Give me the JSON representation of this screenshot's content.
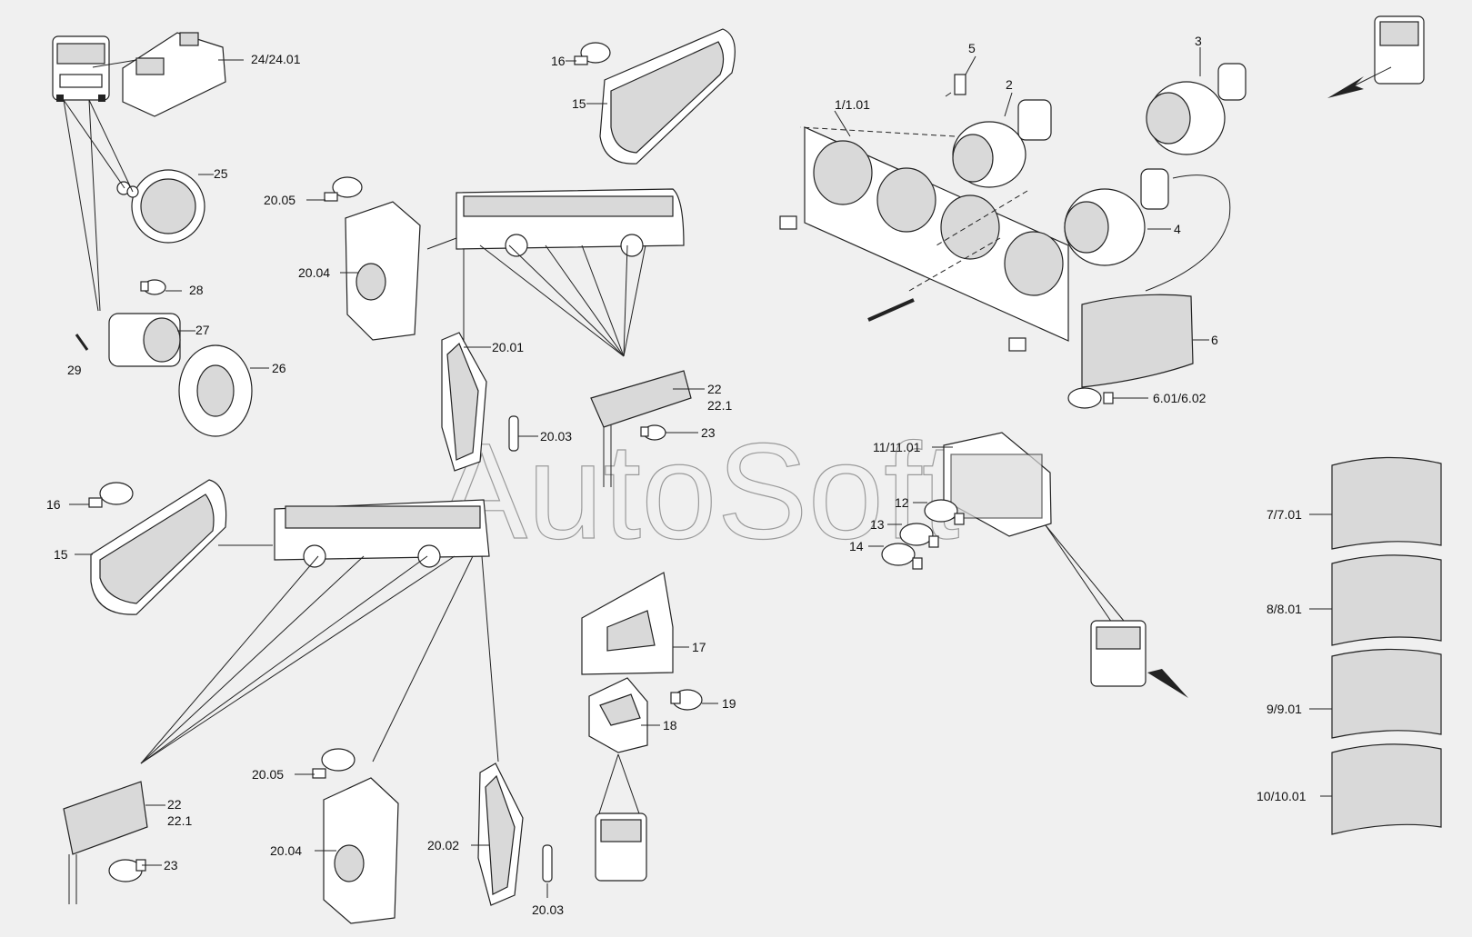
{
  "watermark": "AutoSoft",
  "labels": [
    "24/24.01",
    "25",
    "28",
    "27",
    "29",
    "26",
    "16",
    "15",
    "20.05",
    "20.04",
    "20.01",
    "20.03",
    "22",
    "22.1",
    "23",
    "5",
    "3",
    "1/1.01",
    "2",
    "4",
    "6",
    "6.01/6.02",
    "11/11.01",
    "12",
    "13",
    "14",
    "16",
    "15",
    "17",
    "19",
    "18",
    "7/7.01",
    "8/8.01",
    "9/9.01",
    "10/10.01",
    "22",
    "22.1",
    "23",
    "20.05",
    "20.04",
    "20.02",
    "20.03"
  ]
}
